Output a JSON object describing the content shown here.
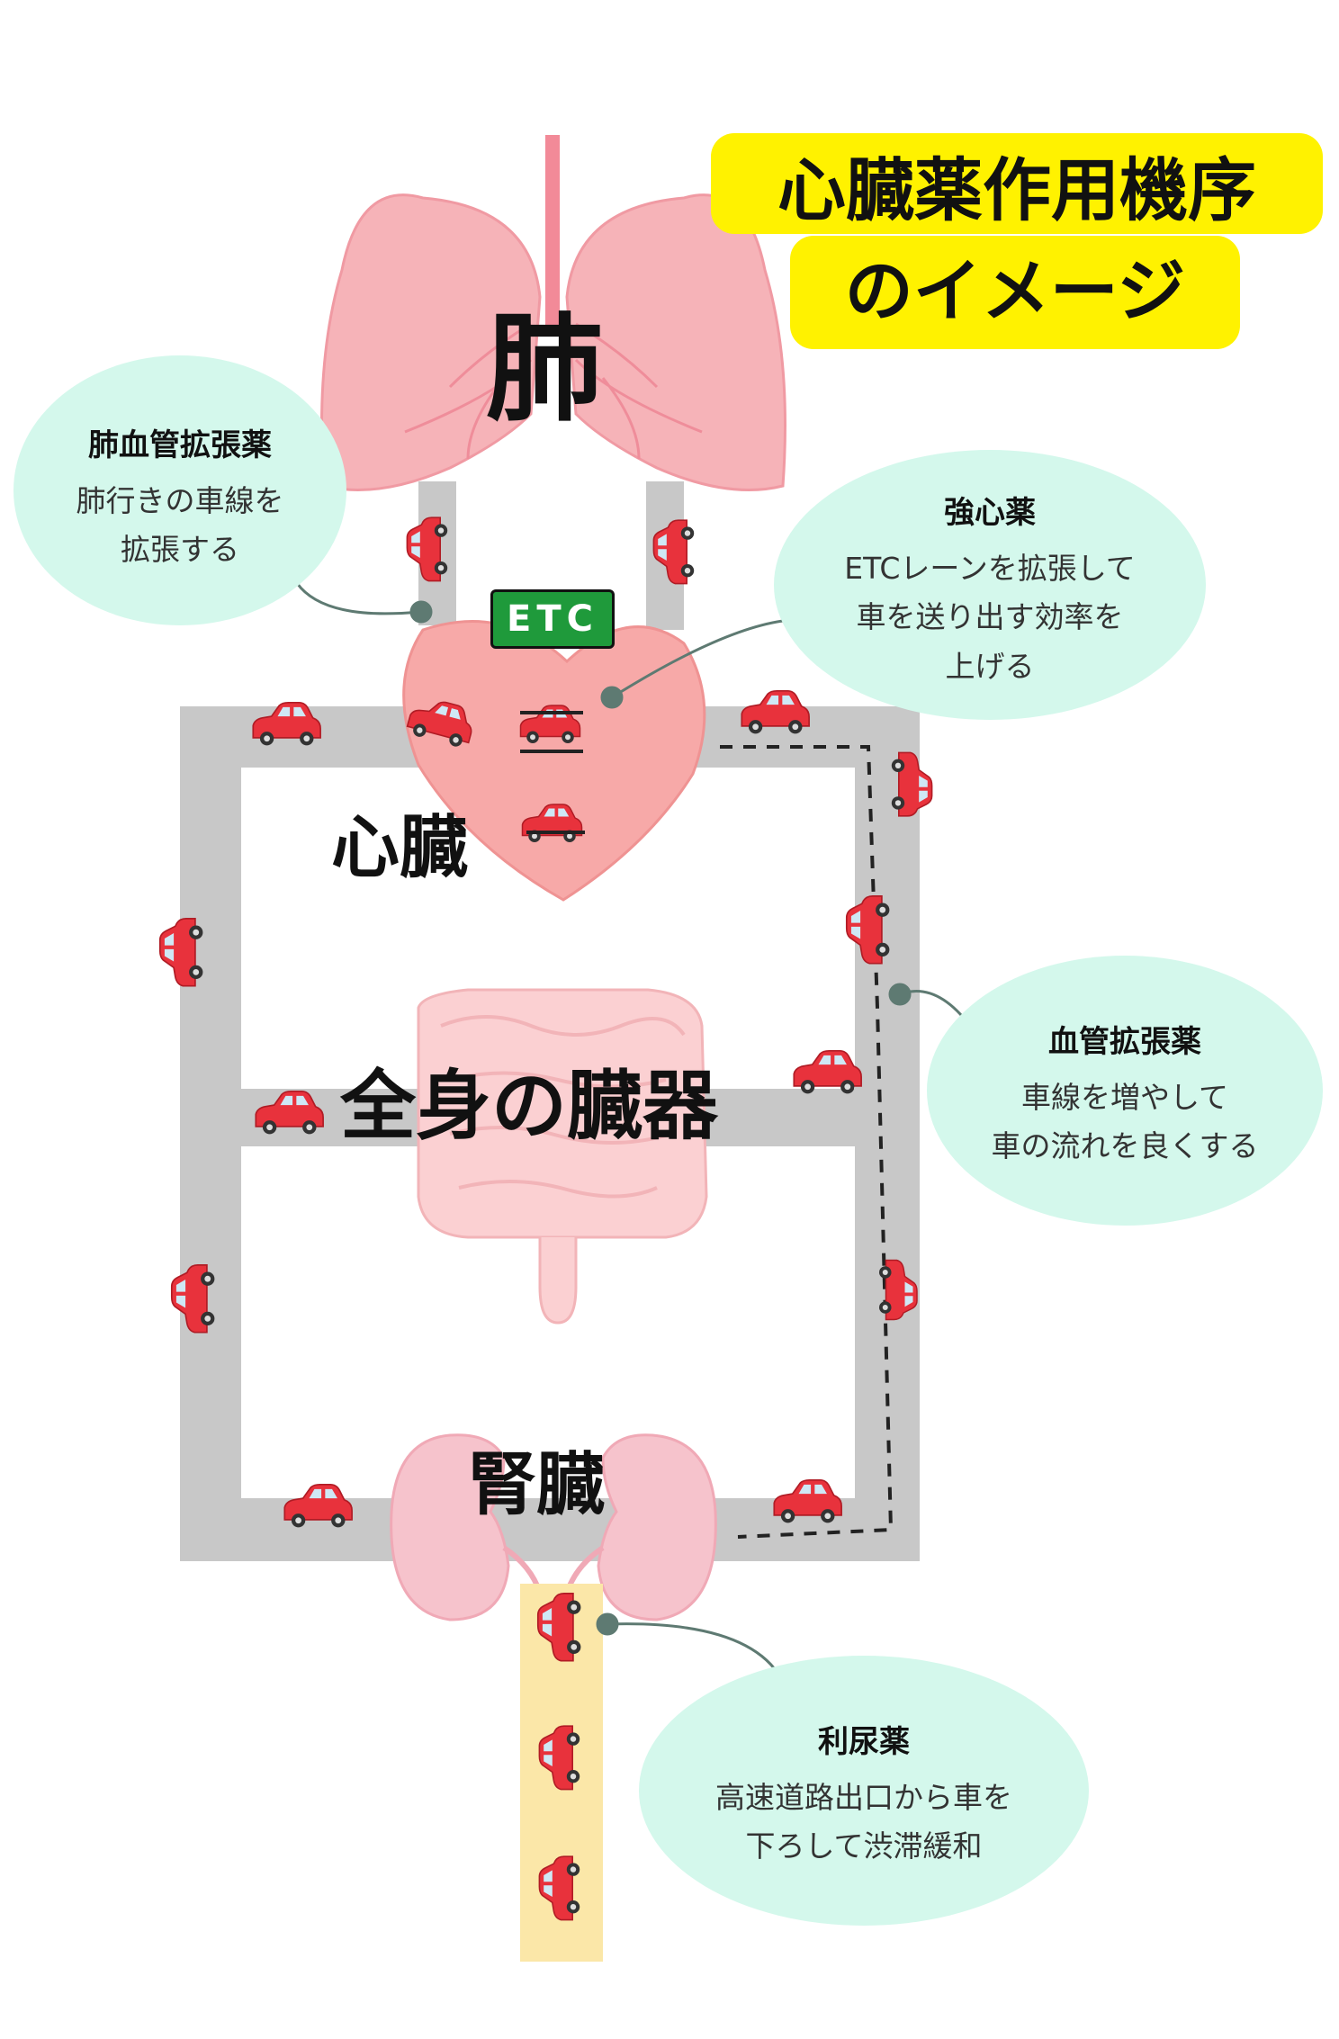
{
  "title": {
    "line1": "心臓薬作用機序",
    "line2": "のイメージ"
  },
  "organs": {
    "lung": "肺",
    "heart": "心臓",
    "organs": "全身の臓器",
    "kidney": "腎臓"
  },
  "etc_sign": "ETC",
  "callouts": {
    "pulmonary_vasodilator": {
      "title": "肺血管拡張薬",
      "lines": [
        "肺行きの車線を",
        "拡張する"
      ]
    },
    "inotrope": {
      "title": "強心薬",
      "lines": [
        "ETCレーンを拡張して",
        "車を送り出す効率を",
        "上げる"
      ]
    },
    "vasodilator": {
      "title": "血管拡張薬",
      "lines": [
        "車線を増やして",
        "車の流れを良くする"
      ]
    },
    "diuretic": {
      "title": "利尿薬",
      "lines": [
        "高速道路出口から車を",
        "下ろして渋滞緩和"
      ]
    }
  },
  "colors": {
    "road": "#c8c8c8",
    "lung": "#f6b3b8",
    "heart": "#f7a9a8",
    "organs": "#fbd0d2",
    "kidney": "#f6c3cc",
    "car": "#e8323c",
    "bubble": "#d4f8ec",
    "title_bg": "#fff200",
    "urine_road": "#fbe7a8",
    "leader": "#5e7a72"
  }
}
